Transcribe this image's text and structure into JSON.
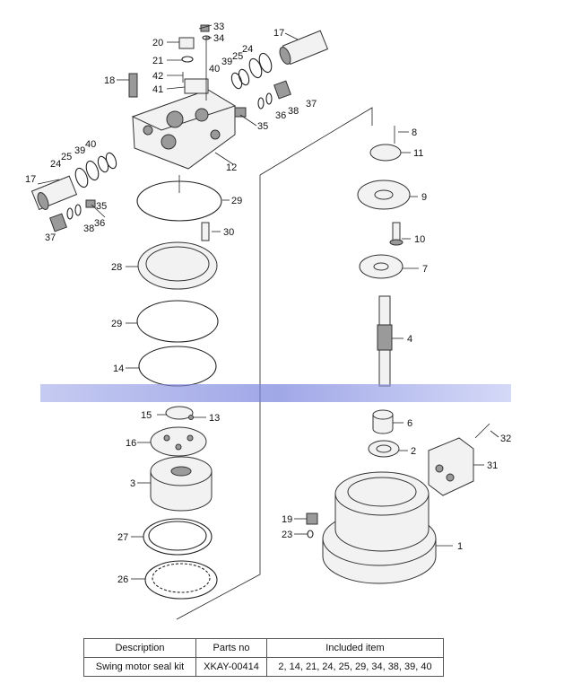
{
  "diagram": {
    "callouts": [
      "1",
      "2",
      "3",
      "4",
      "6",
      "7",
      "8",
      "9",
      "10",
      "11",
      "12",
      "13",
      "14",
      "15",
      "16",
      "17",
      "17",
      "18",
      "19",
      "20",
      "21",
      "23",
      "24",
      "24",
      "25",
      "25",
      "26",
      "27",
      "28",
      "29",
      "29",
      "30",
      "31",
      "32",
      "33",
      "34",
      "35",
      "35",
      "36",
      "36",
      "37",
      "37",
      "38",
      "38",
      "39",
      "39",
      "40",
      "40",
      "41",
      "42"
    ]
  },
  "table": {
    "headers": [
      "Description",
      "Parts no",
      "Included item"
    ],
    "rows": [
      [
        "Swing motor seal kit",
        "XKAY-00414",
        "2, 14, 21, 24, 25, 29, 34, 38, 39, 40"
      ]
    ]
  }
}
